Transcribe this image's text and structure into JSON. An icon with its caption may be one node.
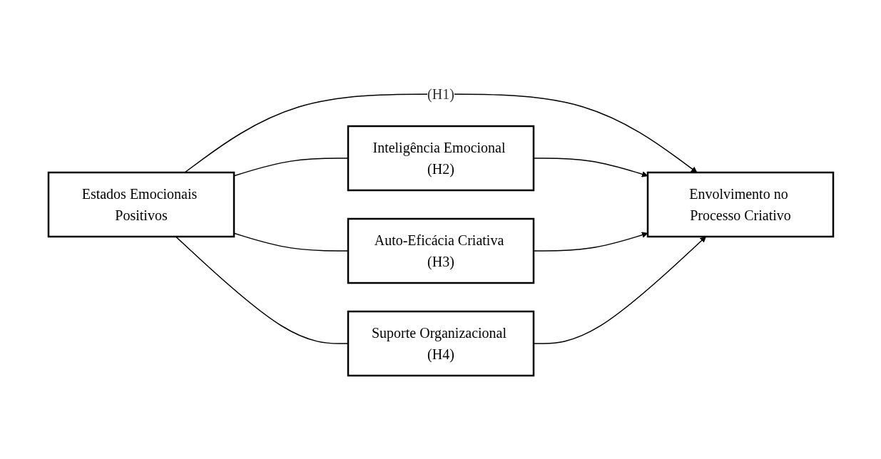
{
  "diagram": {
    "nodes": [
      {
        "text": [
          "Estados Emocionais Positivos"
        ]
      },
      {
        "text": [
          "Inteligência Emocional (H2)"
        ]
      },
      {
        "text": [
          "Auto-Eficácia Criativa (H3)"
        ]
      },
      {
        "text": [
          "Suporte Organizacional (H4)"
        ]
      },
      {
        "text": [
          "Envolvimento no Processo Criativo"
        ]
      }
    ],
    "edges": [
      {
        "from": 0,
        "to": 1,
        "arrow": "none"
      },
      {
        "from": 0,
        "to": 2,
        "arrow": "none"
      },
      {
        "from": 0,
        "to": 4,
        "arrow": "to",
        "label": "(H1)"
      },
      {
        "from": 0,
        "to": 3,
        "arrow": "none"
      },
      {
        "from": 1,
        "to": 4,
        "arrow": "to"
      },
      {
        "from": 2,
        "to": 4,
        "arrow": "to"
      },
      {
        "from": 3,
        "to": 4,
        "arrow": "to"
      }
    ]
  }
}
